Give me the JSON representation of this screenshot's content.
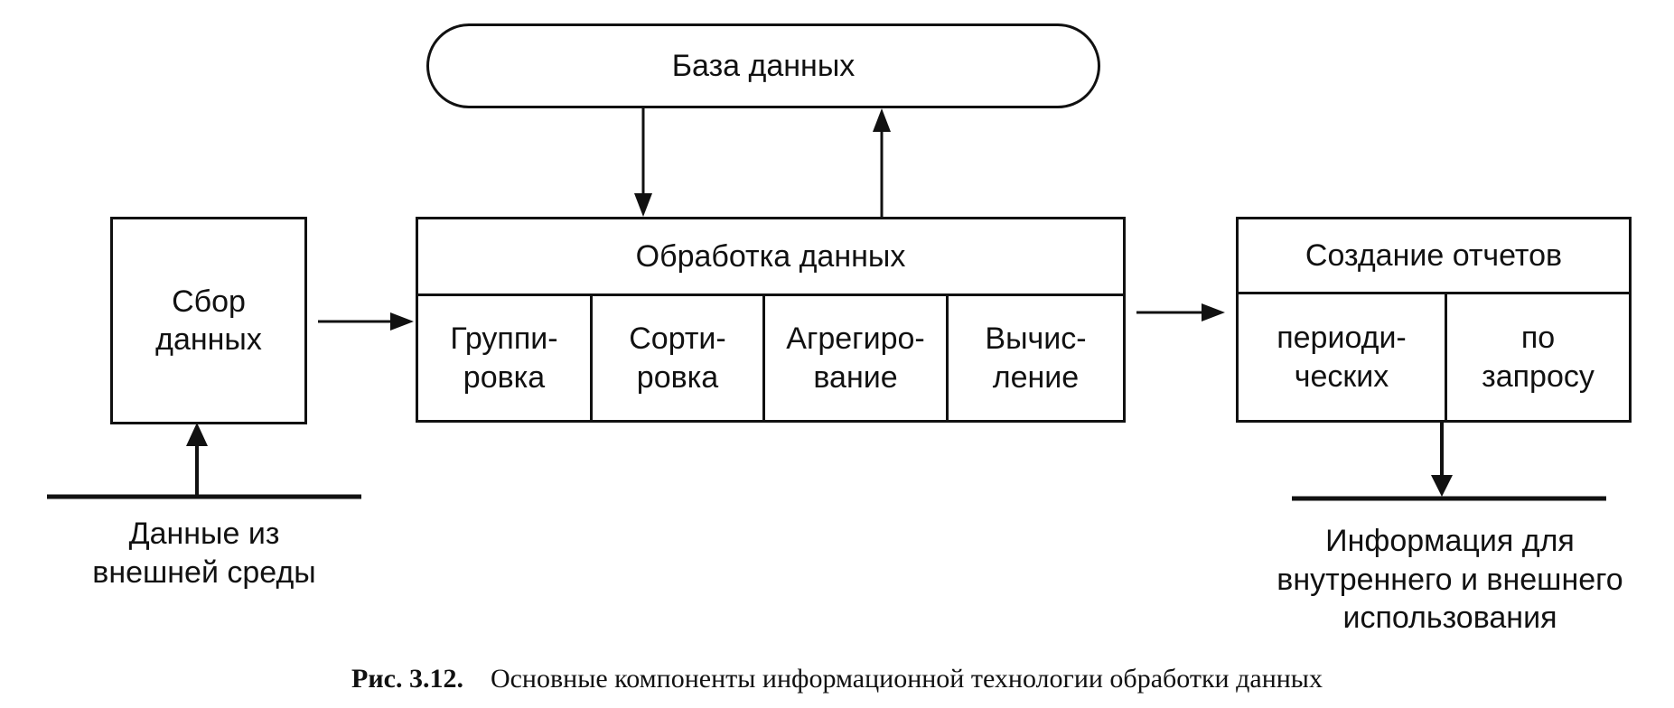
{
  "database": {
    "label": "База  данных"
  },
  "collection": {
    "label_line1": "Сбор",
    "label_line2": "данных"
  },
  "processing": {
    "title": "Обработка  данных",
    "steps": [
      {
        "line1": "Группи-",
        "line2": "ровка"
      },
      {
        "line1": "Сорти-",
        "line2": "ровка"
      },
      {
        "line1": "Агрегиро-",
        "line2": "вание"
      },
      {
        "line1": "Вычис-",
        "line2": "ление"
      }
    ]
  },
  "reports": {
    "title": "Создание отчетов",
    "types": [
      {
        "line1": "периоди-",
        "line2": "ческих"
      },
      {
        "line1": "по",
        "line2": "запросу"
      }
    ]
  },
  "input_source": {
    "line1": "Данные из",
    "line2": "внешней среды"
  },
  "output_target": {
    "line1": "Информация для",
    "line2": "внутреннего и внешнего",
    "line3": "использования"
  },
  "caption": {
    "number": "Рис. 3.12.",
    "text": "Основные компоненты информационной технологии обработки данных"
  }
}
